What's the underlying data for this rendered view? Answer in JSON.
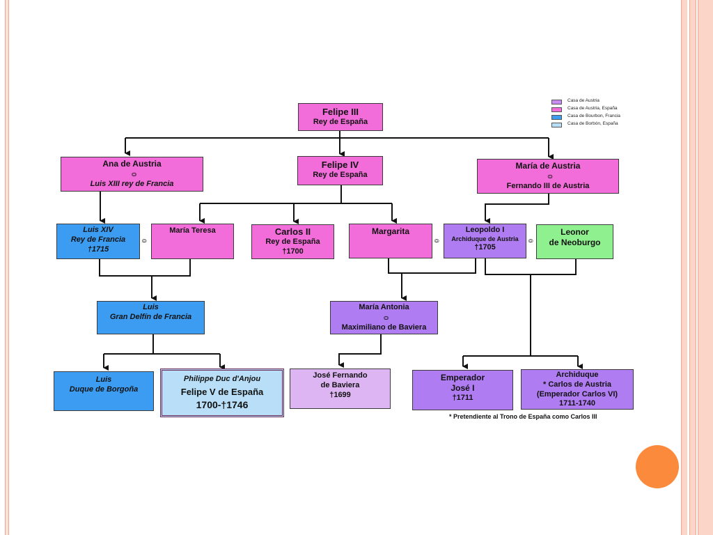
{
  "legend": [
    {
      "label": "Casa de Austria",
      "color": "#c98cf2"
    },
    {
      "label": "Casa de Austria, España",
      "color": "#f26dd9"
    },
    {
      "label": "Casa de Bourbon, Francia",
      "color": "#3b9cf2"
    },
    {
      "label": "Casa de Borbón, España",
      "color": "#b8dff7"
    }
  ],
  "marriage_symbol": "○○",
  "people": {
    "felipe3": {
      "name": "Felipe III",
      "title": "Rey de España"
    },
    "ana": {
      "name": "Ana de Austria",
      "spouse": "Luis XIII rey de Francia"
    },
    "felipe4": {
      "name": "Felipe IV",
      "title": "Rey de España"
    },
    "maria_austria": {
      "name": "María de Austria",
      "spouse": "Fernando III de Austria"
    },
    "luis14": {
      "name": "Luis XIV",
      "title": "Rey de Francia",
      "death": "†1715"
    },
    "maria_teresa": {
      "name": "María Teresa"
    },
    "carlos2": {
      "name": "Carlos II",
      "title": "Rey de España",
      "death": "†1700"
    },
    "margarita": {
      "name": "Margarita"
    },
    "leopoldo": {
      "name": "Leopoldo I",
      "title": "Archiduque de Austria",
      "death": "†1705"
    },
    "leonor": {
      "name": "Leonor",
      "house": "de Neoburgo"
    },
    "luis_delfin": {
      "name": "Luis",
      "title": "Gran Delfín de Francia"
    },
    "maria_antonia": {
      "name": "María Antonia",
      "spouse": "Maximiliano de Baviera"
    },
    "luis_borgona": {
      "name": "Luis",
      "title": "Duque de Borgoña"
    },
    "philippe": {
      "name": "Philippe Duc d'Anjou",
      "title": "Felipe V de España",
      "dates": "1700-†1746"
    },
    "jose_fernando": {
      "name": "José Fernando",
      "house": "de Baviera",
      "death": "†1699"
    },
    "jose1": {
      "rank": "Emperador",
      "name": "José I",
      "death": "†1711"
    },
    "carlos_archiduque": {
      "rank": "Archiduque",
      "name": "* Carlos de Austria",
      "title": "(Emperador Carlos VI)",
      "dates": "1711-1740"
    }
  },
  "footnote": "* Pretendiente al Trono de España como Carlos III"
}
